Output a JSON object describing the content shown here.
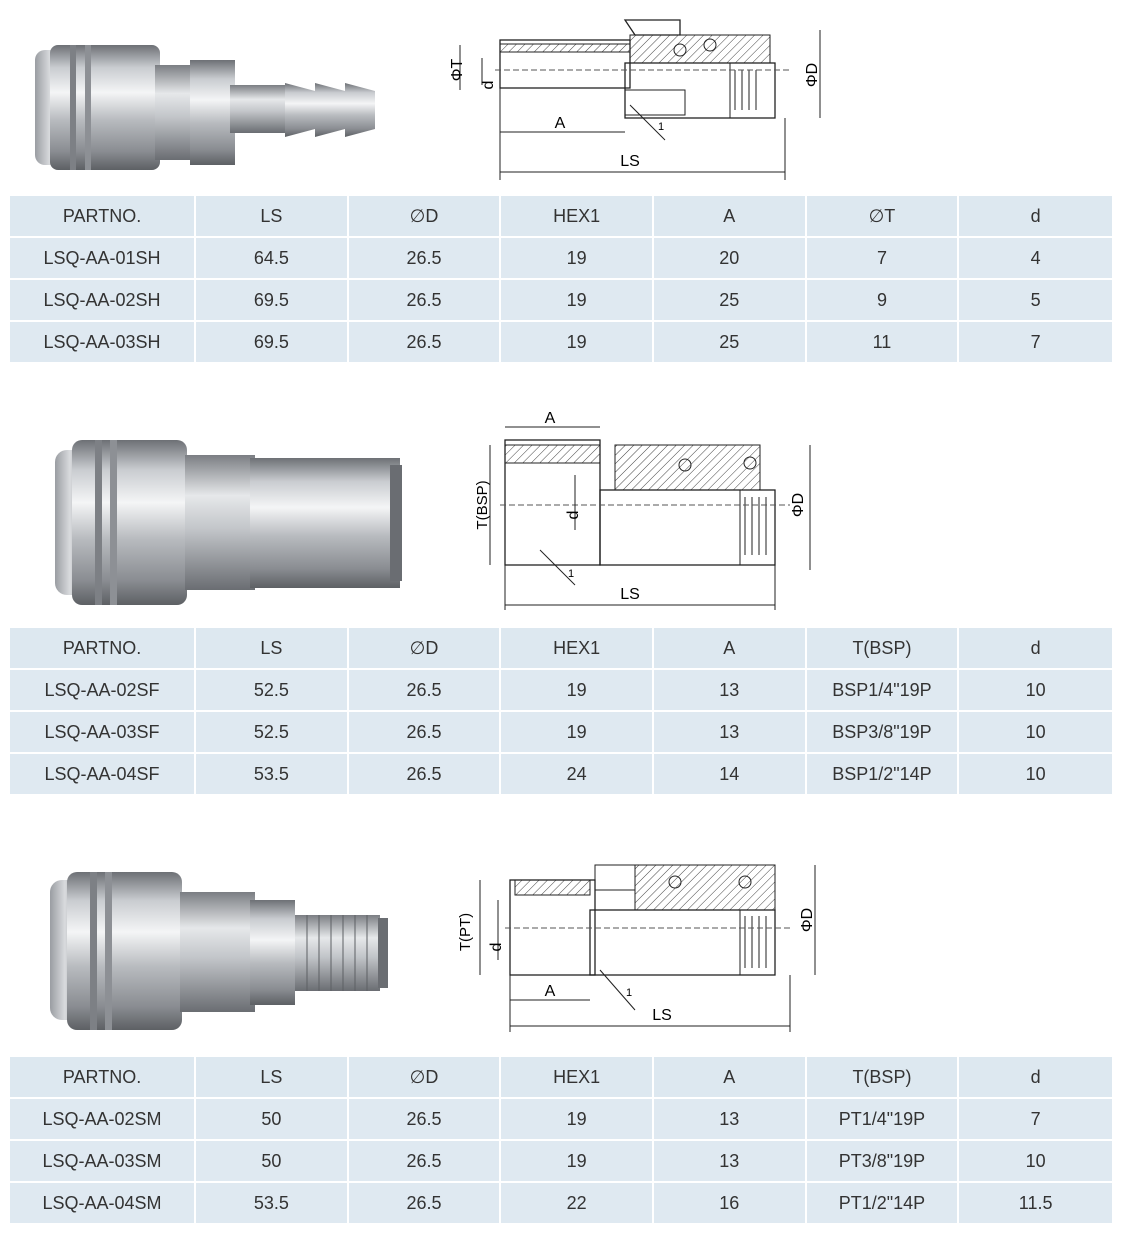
{
  "sections": [
    {
      "drawing_labels": {
        "phiT": "ΦT",
        "d": "d",
        "phiD": "ΦD",
        "A": "A",
        "LS": "LS",
        "one": "1"
      },
      "table": {
        "headers": [
          "PARTNO.",
          "LS",
          "∅D",
          "HEX1",
          "A",
          "∅T",
          "d"
        ],
        "rows": [
          [
            "LSQ-AA-01SH",
            "64.5",
            "26.5",
            "19",
            "20",
            "7",
            "4"
          ],
          [
            "LSQ-AA-02SH",
            "69.5",
            "26.5",
            "19",
            "25",
            "9",
            "5"
          ],
          [
            "LSQ-AA-03SH",
            "69.5",
            "26.5",
            "19",
            "25",
            "11",
            "7"
          ]
        ]
      }
    },
    {
      "drawing_labels": {
        "T": "T(BSP)",
        "d": "d",
        "phiD": "ΦD",
        "A": "A",
        "LS": "LS",
        "one": "1"
      },
      "table": {
        "headers": [
          "PARTNO.",
          "LS",
          "∅D",
          "HEX1",
          "A",
          "T(BSP)",
          "d"
        ],
        "rows": [
          [
            "LSQ-AA-02SF",
            "52.5",
            "26.5",
            "19",
            "13",
            "BSP1/4\"19P",
            "10"
          ],
          [
            "LSQ-AA-03SF",
            "52.5",
            "26.5",
            "19",
            "13",
            "BSP3/8\"19P",
            "10"
          ],
          [
            "LSQ-AA-04SF",
            "53.5",
            "26.5",
            "24",
            "14",
            "BSP1/2\"14P",
            "10"
          ]
        ]
      }
    },
    {
      "drawing_labels": {
        "T": "T(PT)",
        "d": "d",
        "phiD": "ΦD",
        "A": "A",
        "LS": "LS",
        "one": "1"
      },
      "table": {
        "headers": [
          "PARTNO.",
          "LS",
          "∅D",
          "HEX1",
          "A",
          "T(BSP)",
          "d"
        ],
        "rows": [
          [
            "LSQ-AA-02SM",
            "50",
            "26.5",
            "19",
            "13",
            "PT1/4\"19P",
            "7"
          ],
          [
            "LSQ-AA-03SM",
            "50",
            "26.5",
            "19",
            "13",
            "PT3/8\"19P",
            "10"
          ],
          [
            "LSQ-AA-04SM",
            "53.5",
            "26.5",
            "22",
            "16",
            "PT1/2\"14P",
            "11.5"
          ]
        ]
      }
    }
  ]
}
